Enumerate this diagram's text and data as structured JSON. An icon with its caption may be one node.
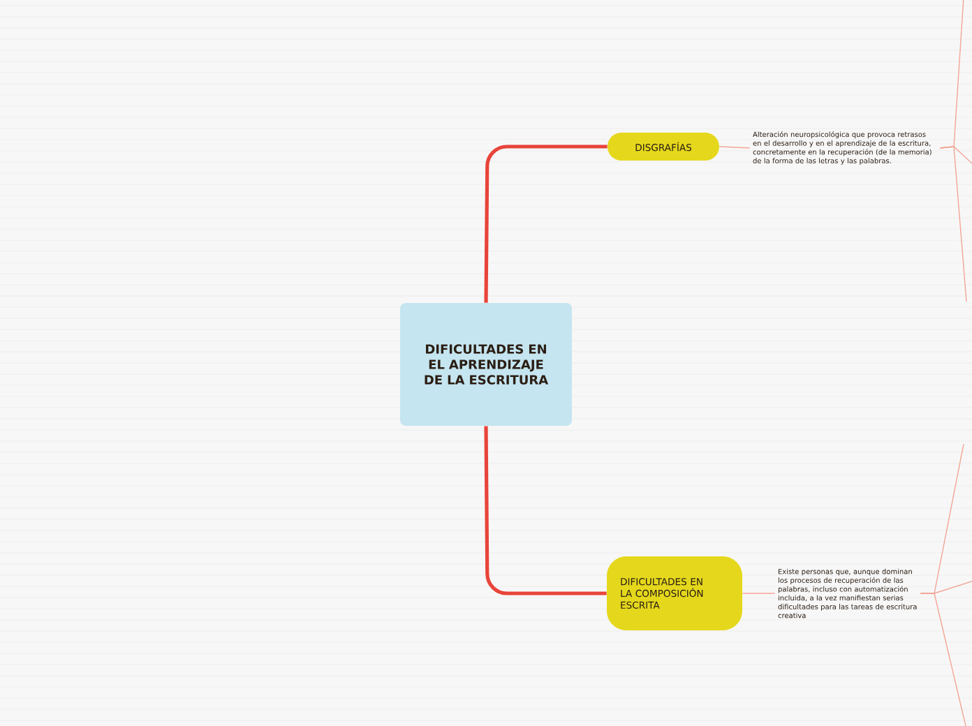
{
  "diagram": {
    "nodes": [
      {
        "text": [
          "DIFICULTADES EN EL APRENDIZAJE DE LA ESCRITURA"
        ]
      },
      {
        "text": [
          "DISGRAFÍAS"
        ]
      },
      {
        "text": [
          "Alteración neuropsicológica que provoca retrasos en el desarrollo y en el aprendizaje de la escritura, concretamente en la recuperación (de la memoria) de la forma de las letras y las palabras."
        ]
      },
      {
        "text": [
          "DIFICULTADES EN LA COMPOSICIÓN ESCRITA"
        ]
      },
      {
        "text": [
          "Existe personas que, aunque dominan los procesos de recuperación de las palabras, incluso con automatización incluida, a la vez manifiestan serias dificultades para las tareas de escritura creativa"
        ]
      }
    ],
    "edges": [
      {
        "from": 0,
        "to": 1,
        "arrow": "none",
        "style": "thick",
        "color": "#e8443a"
      },
      {
        "from": 1,
        "to": 2,
        "arrow": "none"
      },
      {
        "from": 2,
        "to": null,
        "arrow": "none"
      },
      {
        "from": 2,
        "to": null,
        "arrow": "none"
      },
      {
        "from": 2,
        "to": null,
        "arrow": "none"
      },
      {
        "from": 0,
        "to": 3,
        "arrow": "none",
        "style": "thick",
        "color": "#e8443a"
      },
      {
        "from": 3,
        "to": 4,
        "arrow": "none"
      },
      {
        "from": 4,
        "to": null,
        "arrow": "none"
      },
      {
        "from": 4,
        "to": null,
        "arrow": "none"
      },
      {
        "from": 4,
        "to": null,
        "arrow": "none"
      }
    ]
  }
}
